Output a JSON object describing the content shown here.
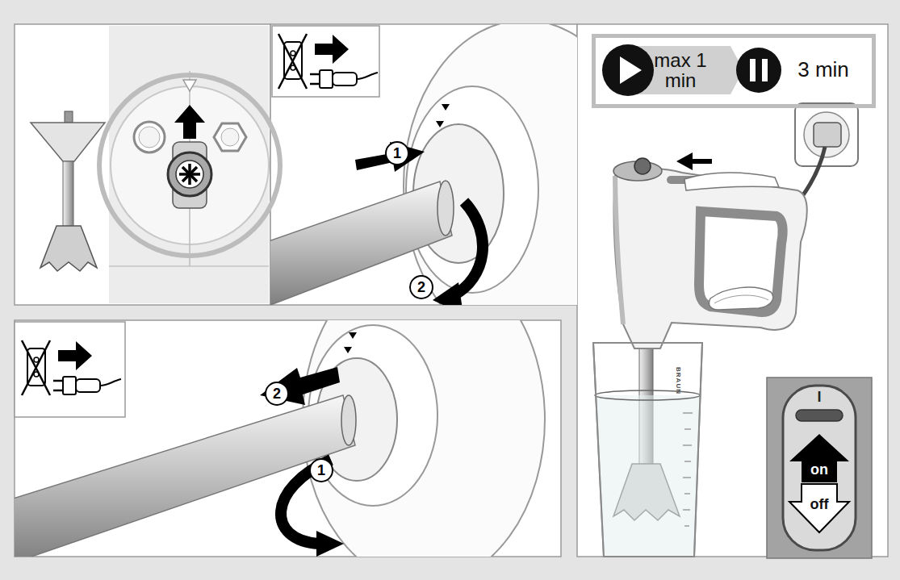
{
  "diagram": {
    "nodes": [
      {
        "text": [
          "max 1 min",
          "3 min"
        ]
      },
      {
        "text": [
          "I",
          "on",
          "off"
        ]
      }
    ],
    "labels": [
      "1",
      "2",
      "2",
      "1",
      "BRAUN"
    ]
  }
}
